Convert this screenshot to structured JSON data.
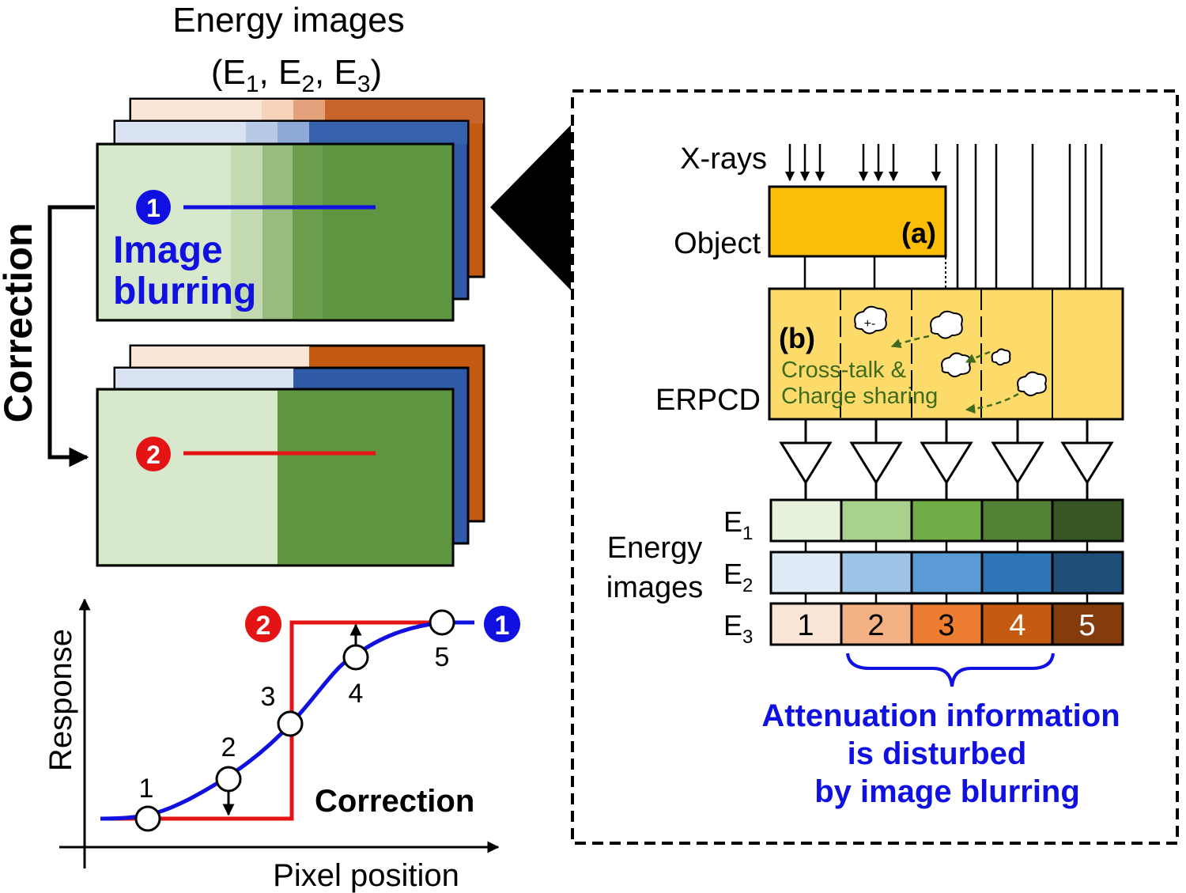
{
  "title": {
    "line1": "Energy images",
    "line2_prefix": "(E",
    "sub1": "1",
    "sep1": ", E",
    "sub2": "2",
    "sep2": ", E",
    "sub3": "3",
    "line2_suffix": ")"
  },
  "left": {
    "marker_1": "1",
    "marker_2": "2",
    "blur_label_line1": "Image",
    "blur_label_line2": "blurring",
    "correction_vertical": "Correction"
  },
  "plot": {
    "y_label": "Response",
    "x_label": "Pixel position",
    "correction_label": "Correction",
    "point_labels": [
      "1",
      "2",
      "3",
      "4",
      "5"
    ],
    "marker_blurred": "1",
    "marker_corrected": "2"
  },
  "detector": {
    "xrays_label": "X-rays",
    "object_label": "Object",
    "object_tag": "(a)",
    "erpcd_label": "ERPCD",
    "erpcd_tag": "(b)",
    "crosstalk_line1": "Cross-talk &",
    "crosstalk_line2": "Charge sharing",
    "energy_images_line1": "Energy",
    "energy_images_line2": "images",
    "rows": [
      {
        "label": "E",
        "sub": "1"
      },
      {
        "label": "E",
        "sub": "2"
      },
      {
        "label": "E",
        "sub": "3"
      }
    ],
    "e3_cell_labels": [
      "1",
      "2",
      "3",
      "4",
      "5"
    ],
    "attenuation_line1": "Attenuation information",
    "attenuation_line2": "is disturbed",
    "attenuation_line3": "by image blurring"
  },
  "colors": {
    "blue": "#1010e0",
    "red": "#e41414",
    "green_text": "#3f6b1e",
    "object_fill": "#fbbd08",
    "detector_fill": "#fddb6a",
    "e1": [
      "#e6f2dc",
      "#a9d18e",
      "#70ad47",
      "#548235",
      "#375623"
    ],
    "e2": [
      "#deebf7",
      "#9dc3e6",
      "#5b9bd5",
      "#2e75b6",
      "#1f4e79"
    ],
    "e3": [
      "#fbe5d6",
      "#f4b183",
      "#ed7d31",
      "#c55a11",
      "#843c0c"
    ]
  }
}
